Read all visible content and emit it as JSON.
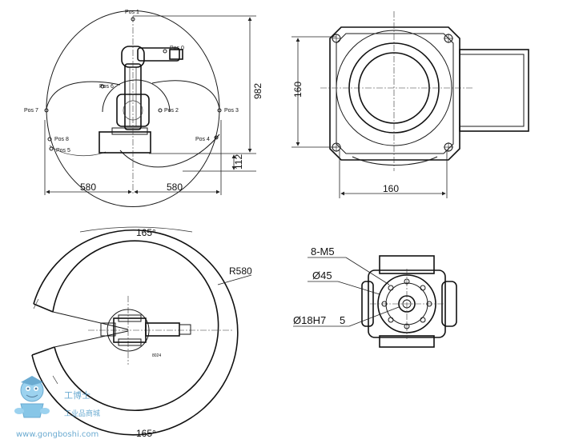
{
  "side_view": {
    "positions": [
      "Pos 1",
      "Pos 0",
      "Pos 6",
      "Pos 2",
      "Pos 3",
      "Pos 7",
      "Pos 8",
      "Pos 5",
      "Pos 4"
    ],
    "dims": {
      "left_reach": "580",
      "right_reach": "580",
      "height": "982",
      "base": "112"
    }
  },
  "base_view": {
    "dims": {
      "vertical": "160",
      "horizontal": "160"
    }
  },
  "plan_view": {
    "angle_top": "165°",
    "angle_bottom": "165°",
    "radius": "R580",
    "center_mark": "8024"
  },
  "flange_view": {
    "callout_bolts": "8-M5",
    "callout_dia": "Ø45",
    "callout_bore": "Ø18H7",
    "callout_depth": "5"
  },
  "watermark": {
    "brand": "工博士",
    "subtitle": "工业品商城",
    "url": "www.gongboshi.com"
  }
}
